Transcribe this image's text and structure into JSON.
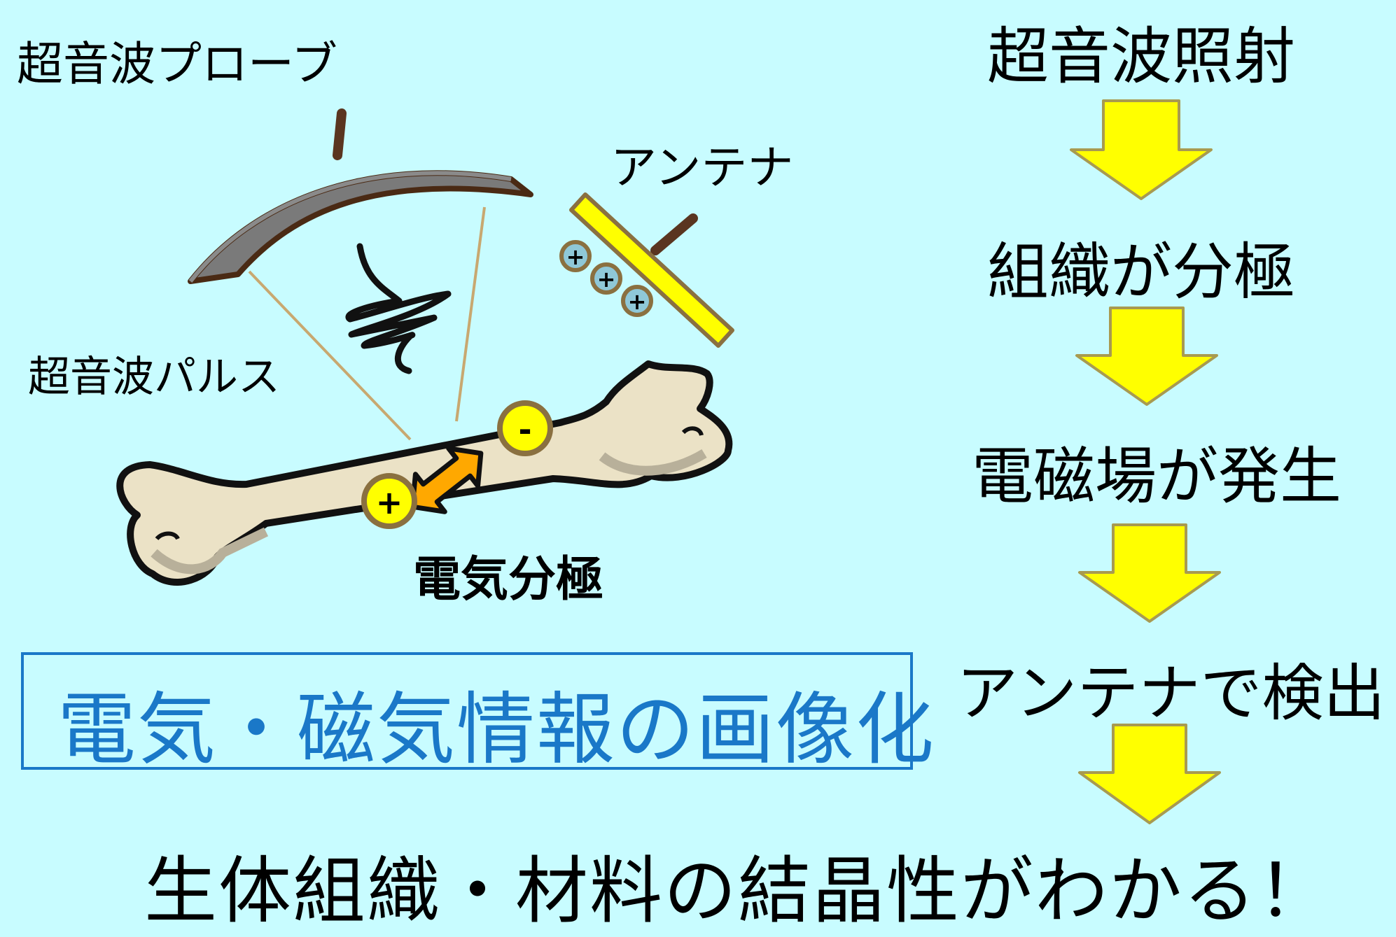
{
  "labels": {
    "probe": "超音波プローブ",
    "antenna": "アンテナ",
    "pulse": "超音波パルス",
    "polarization": "電気分極"
  },
  "charges": {
    "positive": "+",
    "negative": "-"
  },
  "imaging": "電気・磁気情報の画像化",
  "flow": [
    "超音波照射",
    "組織が分極",
    "電磁場が発生",
    "アンテナで検出"
  ],
  "conclusion": "生体組織・材料の結晶性がわかる！",
  "colors": {
    "background": "#c8fcff",
    "arrow_fill": "#ffff00",
    "accent_blue": "#1a78c8",
    "bone_fill": "#ebe2c6",
    "probe_fill": "#7a7a7a",
    "antenna_fill": "#ffff00",
    "polarization_arrow": "#ffa800"
  }
}
